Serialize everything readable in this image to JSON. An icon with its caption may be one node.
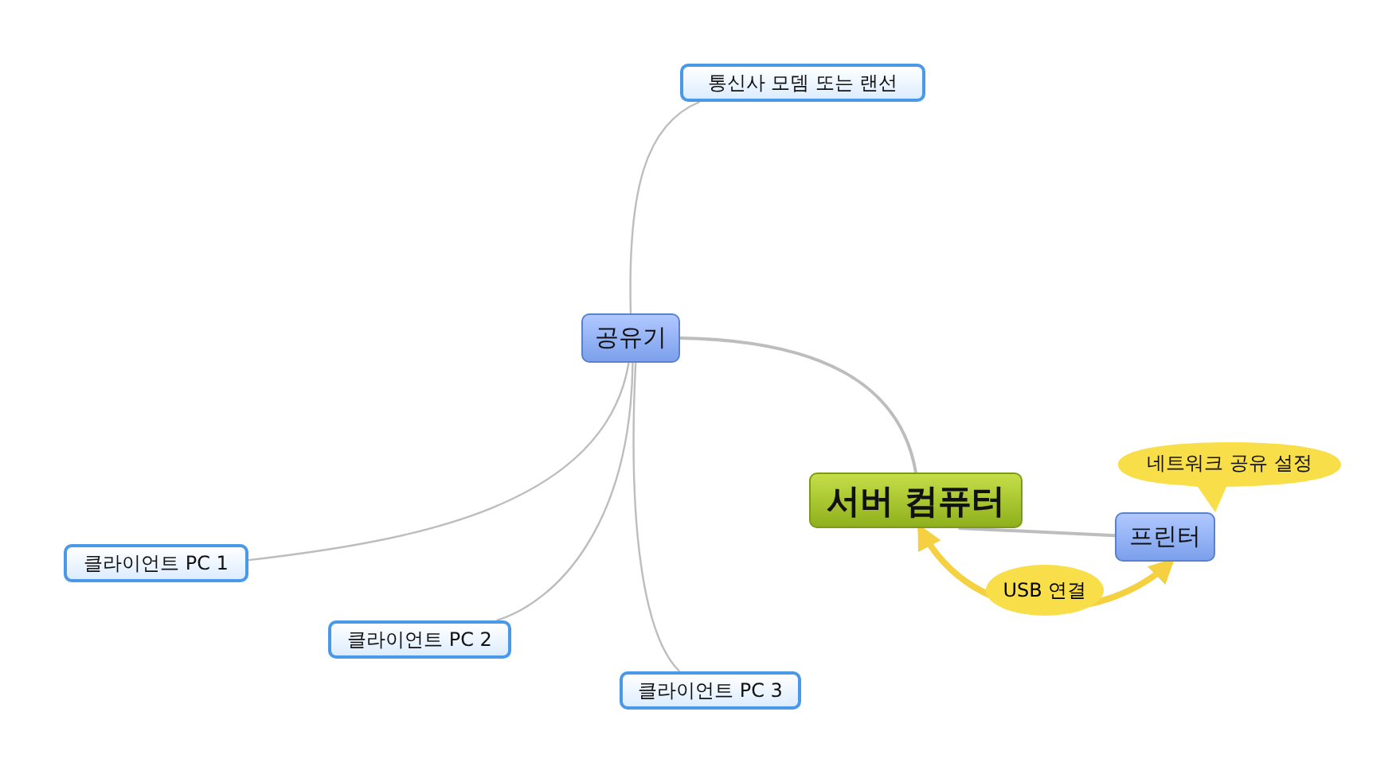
{
  "diagram": {
    "nodes": [
      {
        "text": [
          "서버 컴퓨터"
        ]
      },
      {
        "text": [
          "공유기"
        ]
      },
      {
        "text": [
          "통신사 모뎀 또는 랜선"
        ]
      },
      {
        "text": [
          "클라이언트 PC 1"
        ]
      },
      {
        "text": [
          "클라이언트 PC 2"
        ]
      },
      {
        "text": [
          "클라이언트 PC 3"
        ]
      },
      {
        "text": [
          "프린터"
        ]
      },
      {
        "text": [
          "네트워크 공유 설정"
        ]
      }
    ],
    "edges": [
      {
        "from": 1,
        "to": 0,
        "arrow": "none"
      },
      {
        "from": 1,
        "to": 2,
        "arrow": "none"
      },
      {
        "from": 1,
        "to": 3,
        "arrow": "none"
      },
      {
        "from": 1,
        "to": 4,
        "arrow": "none"
      },
      {
        "from": 1,
        "to": 5,
        "arrow": "none"
      },
      {
        "from": 0,
        "to": 6,
        "arrow": "none"
      },
      {
        "from": 0,
        "to": 6,
        "arrow": "both",
        "label": "USB 연결",
        "style": "thick",
        "color": "#f5d040"
      }
    ]
  }
}
